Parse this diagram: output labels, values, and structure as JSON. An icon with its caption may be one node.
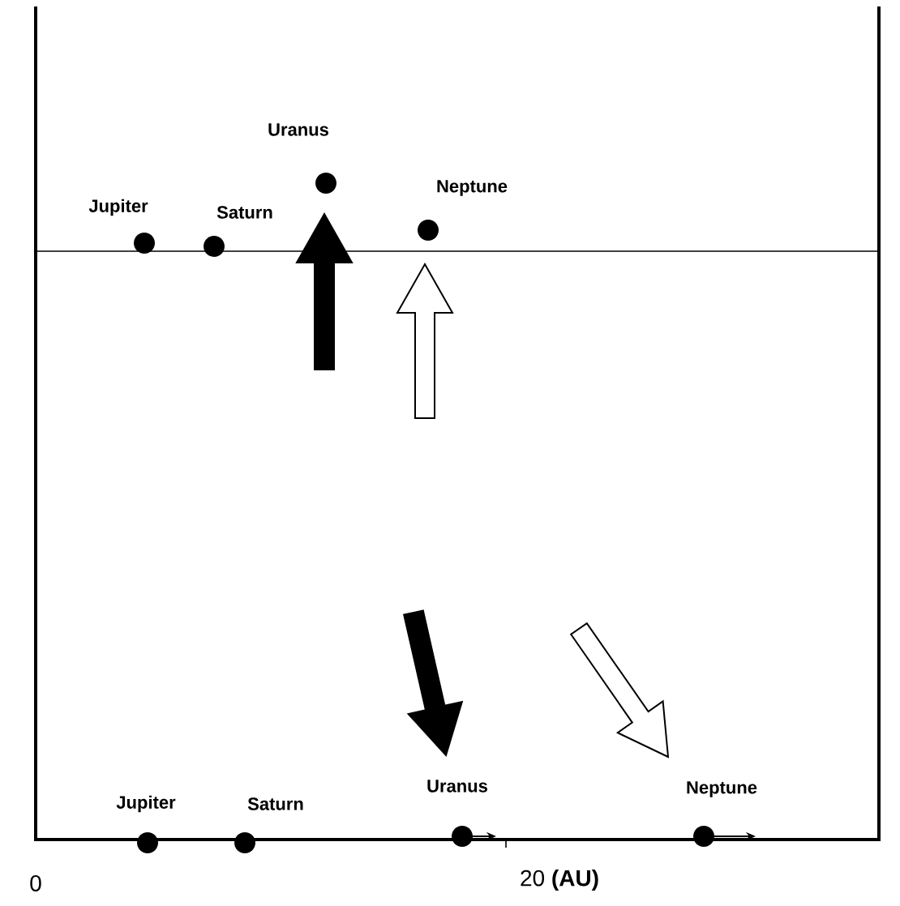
{
  "diagram": {
    "nodes": [
      {
        "text": [],
        "shape": "circle",
        "beside": [
          "Jupiter"
        ]
      },
      {
        "text": [],
        "shape": "circle",
        "beside": [
          "Saturn"
        ]
      },
      {
        "text": [],
        "shape": "circle",
        "beside": [
          "Uranus"
        ]
      },
      {
        "text": [],
        "shape": "circle",
        "beside": [
          "Neptune"
        ]
      },
      {
        "text": [],
        "shape": "circle",
        "beside": [
          "Jupiter"
        ]
      },
      {
        "text": [],
        "shape": "circle",
        "beside": [
          "Saturn"
        ]
      },
      {
        "text": [],
        "shape": "circle",
        "beside": [
          "Uranus"
        ]
      },
      {
        "text": [],
        "shape": "circle",
        "beside": [
          "Neptune"
        ]
      }
    ],
    "edges": [],
    "labels": [
      "0",
      "20 **(AU)**"
    ]
  }
}
